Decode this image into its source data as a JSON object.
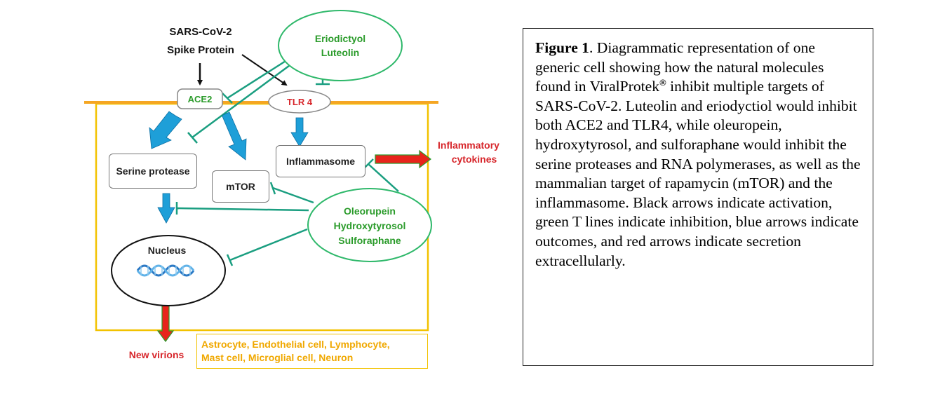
{
  "diagram": {
    "activator": {
      "line1": "SARS-CoV-2",
      "line2": "Spike Protein"
    },
    "inhibitor_top": {
      "line1": "Eriodictyol",
      "line2": "Luteolin"
    },
    "inhibitor_bottom": {
      "line1": "Oleorupein",
      "line2": "Hydroxytyrosol",
      "line3": "Sulforaphane"
    },
    "nodes": {
      "ace2": "ACE2",
      "tlr4": "TLR 4",
      "serine_protease": "Serine protease",
      "mtor": "mTOR",
      "inflammasome": "Inflammasome",
      "nucleus": "Nucleus"
    },
    "outputs": {
      "inflammatory_line1": "Inflammatory",
      "inflammatory_line2": "cytokines",
      "new_virions": "New virions"
    },
    "cell_types": {
      "line1": "Astrocyte, Endothelial cell, Lymphocyte,",
      "line2": "Mast cell, Microglial cell, Neuron"
    },
    "colors": {
      "membrane": "#f5a623",
      "cell_border": "#f2c200",
      "inhibition": "#1a9e80",
      "outcome": "#1e9fd8",
      "secretion": "#e8241c",
      "label_green": "#2a9b2a",
      "label_red": "#d7262b"
    }
  },
  "caption": {
    "figure_label": "Figure 1",
    "text_part1": ". Diagrammatic representation of one generic cell showing how the natural molecules found in ViralProtek",
    "registered_mark": "®",
    "text_part2": " inhibit multiple targets of SARS-CoV-2. Luteolin and eriodyctiol would inhibit both ACE2 and TLR4, while oleuropein, hydroxytyrosol, and sulforaphane would inhibit the serine proteases and RNA polymerases, as well as the mammalian target of rapamycin (mTOR) and the inflammasome. Black arrows indicate activation, green T lines indicate inhibition, blue arrows indicate outcomes, and red arrows indicate secretion extracellularly."
  }
}
